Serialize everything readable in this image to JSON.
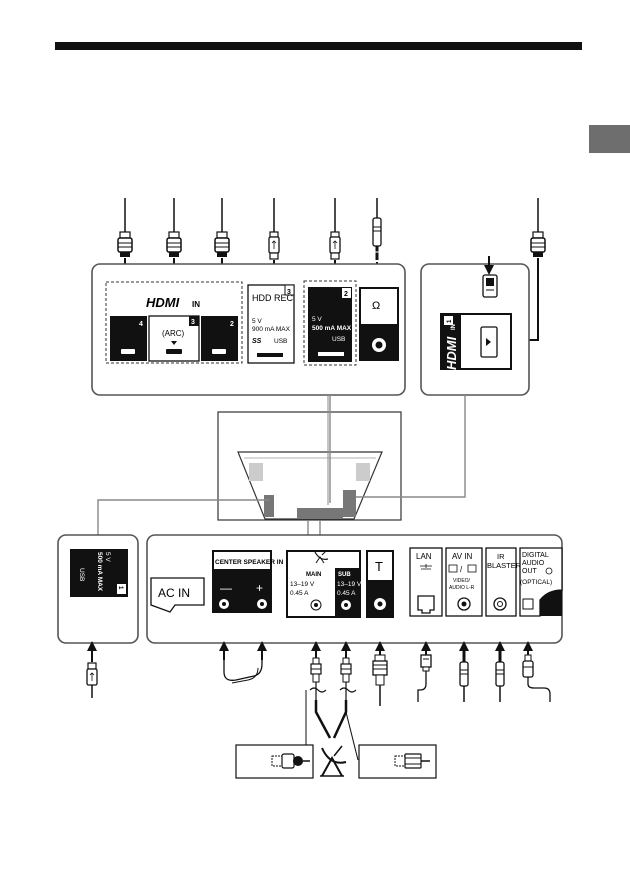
{
  "panels": {
    "hdmi_group": {
      "logo": "HDMI",
      "logo_suffix": "IN",
      "ports": [
        {
          "number": "4",
          "sub": ""
        },
        {
          "number": "3",
          "sub": "(ARC)"
        },
        {
          "number": "2",
          "sub": ""
        }
      ]
    },
    "hdd_rec": {
      "number": "3",
      "title": "HDD REC",
      "spec_line1": "5 V",
      "spec_line2": "900 mA MAX",
      "usb_label": "USB",
      "ss_label": "SS"
    },
    "usb2": {
      "number": "2",
      "spec_line1": "5 V",
      "spec_line2": "500 mA MAX",
      "usb_label": "USB"
    },
    "headphone": {
      "symbol": "Ω"
    },
    "side_hdmi": {
      "logo": "HDMI",
      "suffix": "IN",
      "number": "1"
    },
    "usb1_side": {
      "spec_line1": "5 V",
      "spec_line2": "500 mA MAX",
      "usb_label": "USB",
      "number": "1"
    },
    "ac_in": {
      "label": "AC IN"
    },
    "center_speaker": {
      "title": "CENTER SPEAKER IN",
      "minus": "—",
      "plus": "+"
    },
    "satellite": {
      "main_label": "MAIN",
      "sub_label": "SUB",
      "main_voltage": "13–19 V",
      "main_current": "0.45 A",
      "sub_voltage": "13–19 V",
      "sub_current": "0.45 A"
    },
    "antenna": {
      "symbol": "T"
    },
    "lan": {
      "title": "LAN"
    },
    "av_in": {
      "title": "AV IN",
      "slash": "/",
      "sub1": "VIDEO/",
      "sub2": "AUDIO L-R"
    },
    "ir_blaster": {
      "line1": "IR",
      "line2": "BLASTER"
    },
    "digital_audio_out": {
      "line1": "DIGITAL",
      "line2": "AUDIO",
      "line3": "OUT",
      "line4": "(OPTICAL)"
    }
  },
  "icons": {
    "hdmi_plug": "hdmi-plug-icon",
    "usb_plug": "usb-plug-icon",
    "minijack": "minijack-plug-icon",
    "satellite_dish": "satellite-dish-icon",
    "rf_connector": "rf-connector-icon",
    "lan_connector": "lan-connector-icon",
    "optical_plug": "optical-plug-icon",
    "arrow": "down-arrow-icon"
  },
  "colors": {
    "line": "#111111",
    "panel_border": "#555555",
    "dashed": "#333333",
    "tab": "#6e6e6e",
    "gray_line": "#888888"
  }
}
